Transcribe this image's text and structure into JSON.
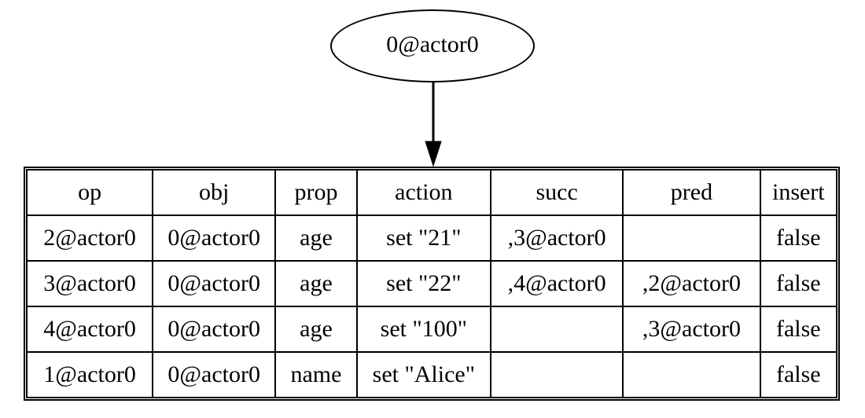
{
  "node": {
    "label": "0@actor0"
  },
  "edge": {
    "color": "#000000"
  },
  "table": {
    "columns": [
      "op",
      "obj",
      "prop",
      "action",
      "succ",
      "pred",
      "insert"
    ],
    "rows": [
      [
        "2@actor0",
        "0@actor0",
        "age",
        "set \"21\"",
        ",3@actor0",
        "",
        "false"
      ],
      [
        "3@actor0",
        "0@actor0",
        "age",
        "set \"22\"",
        ",4@actor0",
        ",2@actor0",
        "false"
      ],
      [
        "4@actor0",
        "0@actor0",
        "age",
        "set \"100\"",
        "",
        ",3@actor0",
        "false"
      ],
      [
        "1@actor0",
        "0@actor0",
        "name",
        "set \"Alice\"",
        "",
        "",
        "false"
      ]
    ]
  },
  "colors": {
    "stroke": "#000000",
    "background": "#ffffff"
  }
}
